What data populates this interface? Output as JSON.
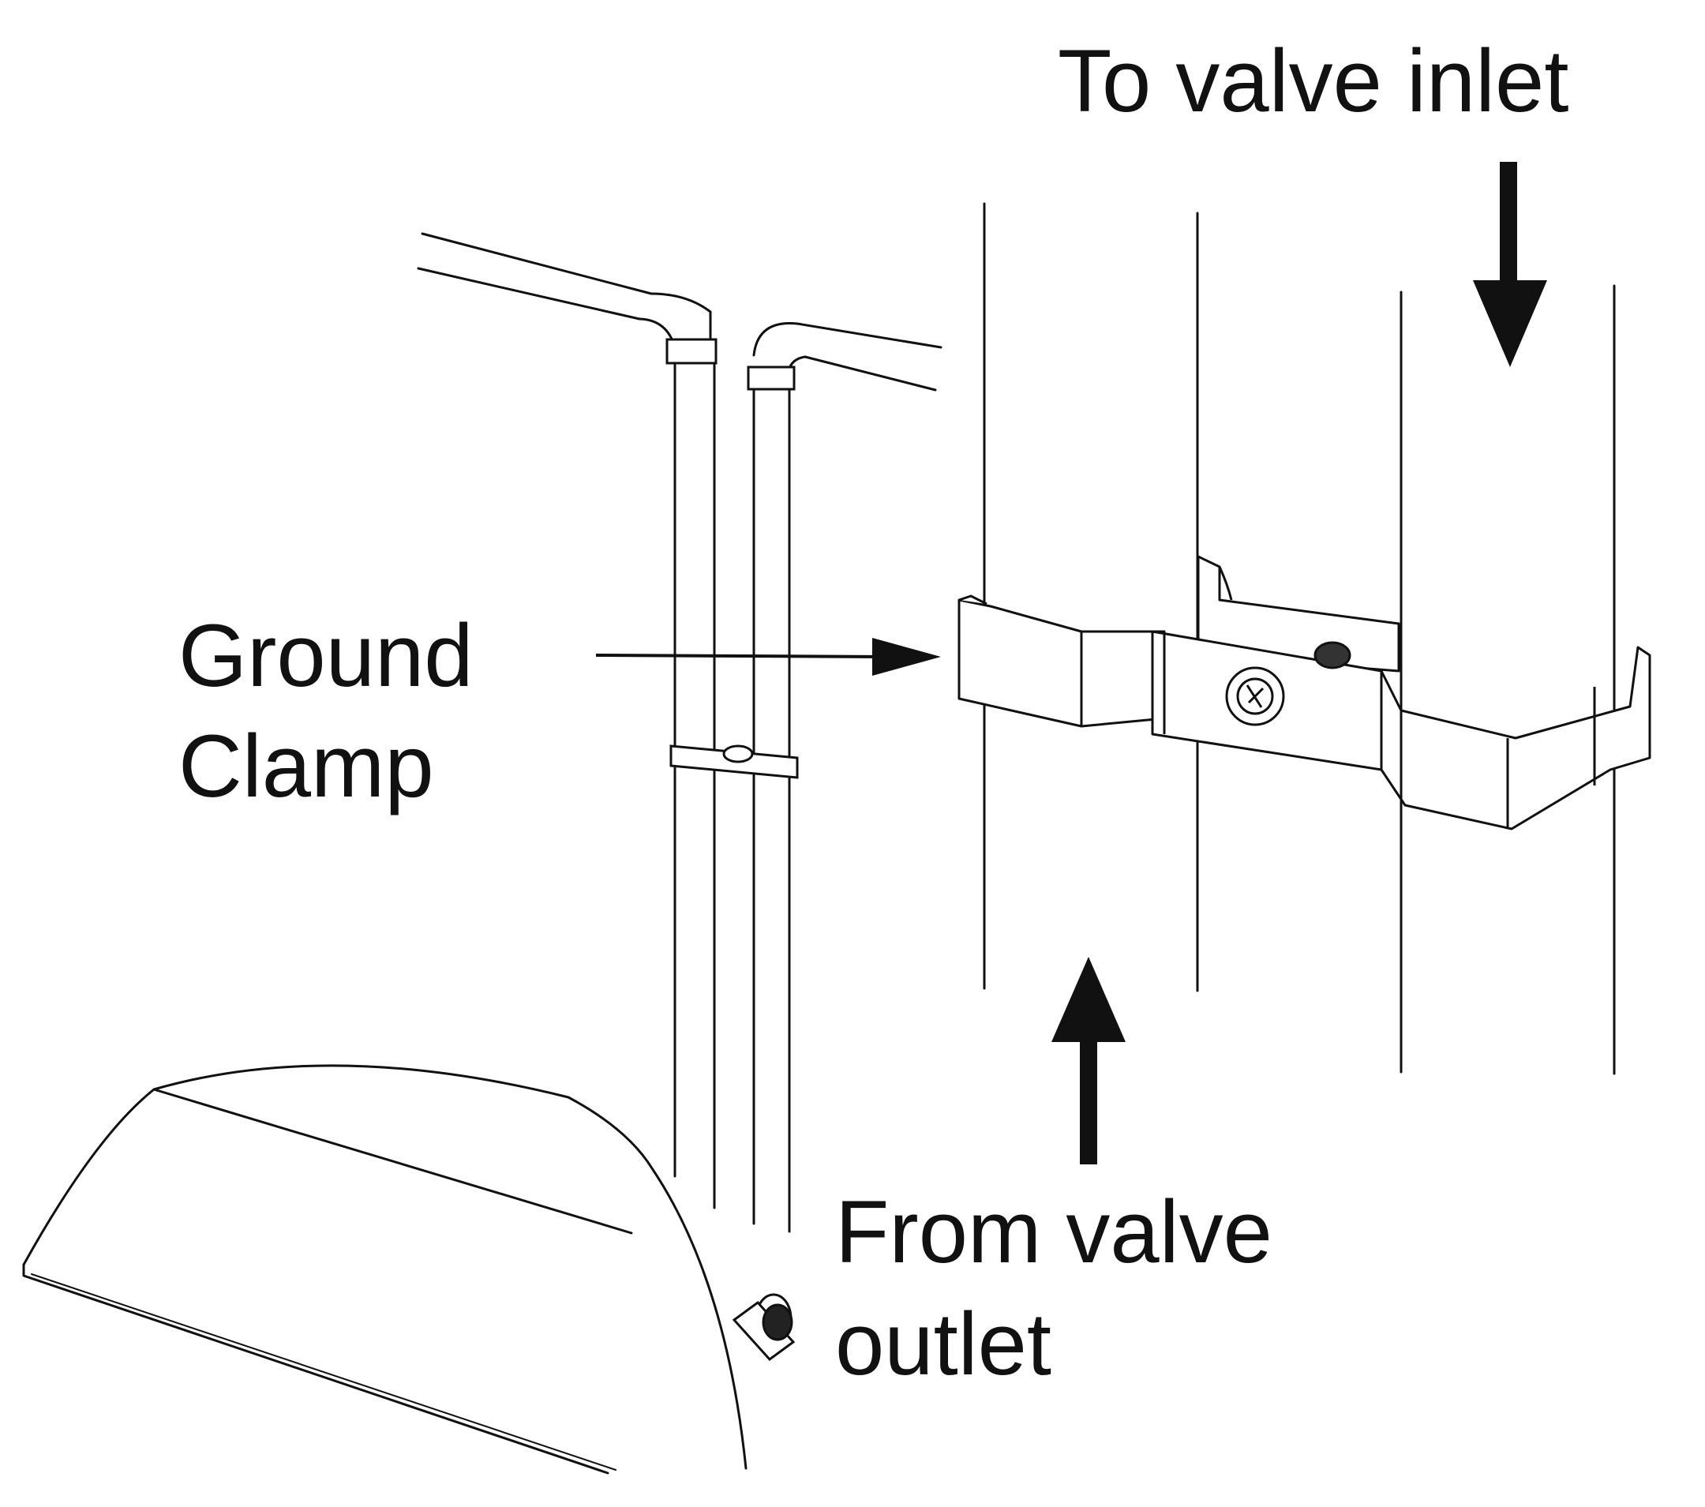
{
  "labels": {
    "to_inlet": "To valve inlet",
    "ground_clamp_line1": "Ground",
    "ground_clamp_line2": "Clamp",
    "from_outlet_line1": "From valve",
    "from_outlet_line2": "outlet"
  },
  "colors": {
    "ink": "#111111",
    "background": "#ffffff"
  }
}
